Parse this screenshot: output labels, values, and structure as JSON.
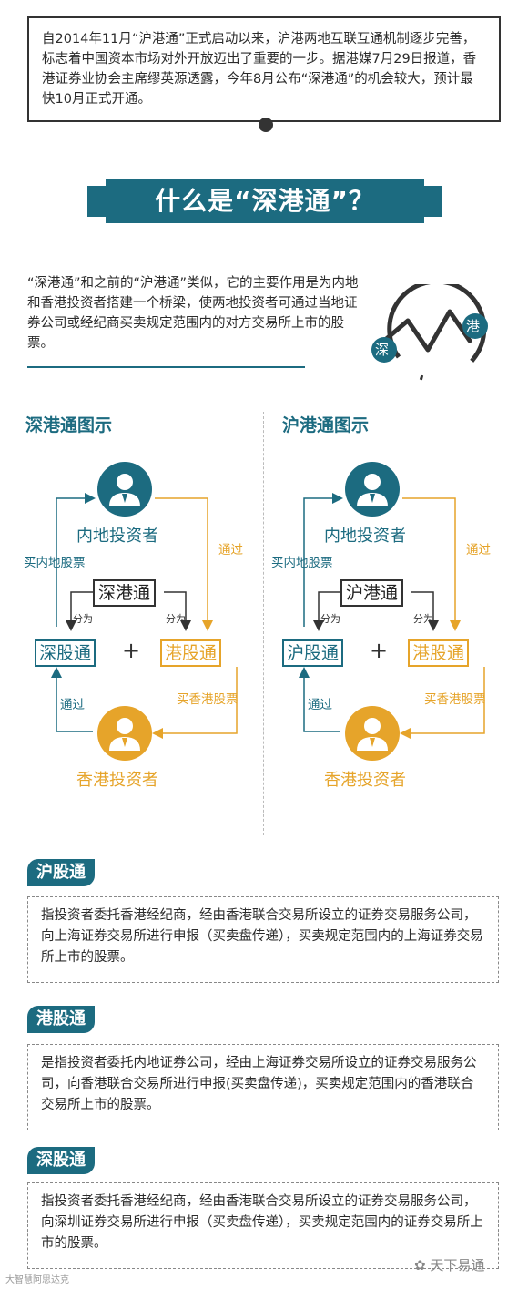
{
  "intro": {
    "text": "自2014年11月“沪港通”正式启动以来，沪港两地互联互通机制逐步完善，标志着中国资本市场对外开放迈出了重要的一步。据港媒7月29日报道，香港证券业协会主席缪英源透露，今年8月公布“深港通”的机会较大，预计最快10月正式开通。"
  },
  "banner": {
    "title": "什么是“深港通”？"
  },
  "description": "“深港通”和之前的“沪港通”类似，它的主要作用是为内地和香港投资者搭建一个桥梁，使两地投资者可通过当地证券公司或经纪商买卖规定范围内的对方交易所上市的股票。",
  "logo": {
    "left_char": "深",
    "right_char": "港",
    "icon": "stock-wave-icon"
  },
  "diagrams": [
    {
      "title": "深港通图示",
      "top_investor": "内地投资者",
      "bottom_investor": "香港投资者",
      "hub": "深港通",
      "left_box": "深股通",
      "right_box": "港股通",
      "plus": "+",
      "split_label": "分为",
      "buy_mainland": "买内地股票",
      "buy_hk": "买香港股票",
      "via": "通过"
    },
    {
      "title": "沪港通图示",
      "top_investor": "内地投资者",
      "bottom_investor": "香港投资者",
      "hub": "沪港通",
      "left_box": "沪股通",
      "right_box": "港股通",
      "plus": "+",
      "split_label": "分为",
      "buy_mainland": "买内地股票",
      "buy_hk": "买香港股票",
      "via": "通过"
    }
  ],
  "definitions": [
    {
      "term": "沪股通",
      "text": "指投资者委托香港经纪商，经由香港联合交易所设立的证券交易服务公司，向上海证券交易所进行申报（买卖盘传递），买卖规定范围内的上海证券交易所上市的股票。"
    },
    {
      "term": "港股通",
      "text": "是指投资者委托内地证券公司，经由上海证券交易所设立的证券交易服务公司，向香港联合交易所进行申报(买卖盘传递)，买卖规定范围内的香港联合交易所上市的股票。"
    },
    {
      "term": "深股通",
      "text": "指投资者委托香港经纪商，经由香港联合交易所设立的证券交易服务公司，向深圳证券交易所进行申报（买卖盘传递），买卖规定范围内的证券交易所上市的股票。"
    }
  ],
  "footer": {
    "left": "大智慧阿思达克",
    "right": "天下易通"
  },
  "colors": {
    "teal": "#1c6b80",
    "gold": "#e6a42a",
    "dark": "#333333"
  }
}
